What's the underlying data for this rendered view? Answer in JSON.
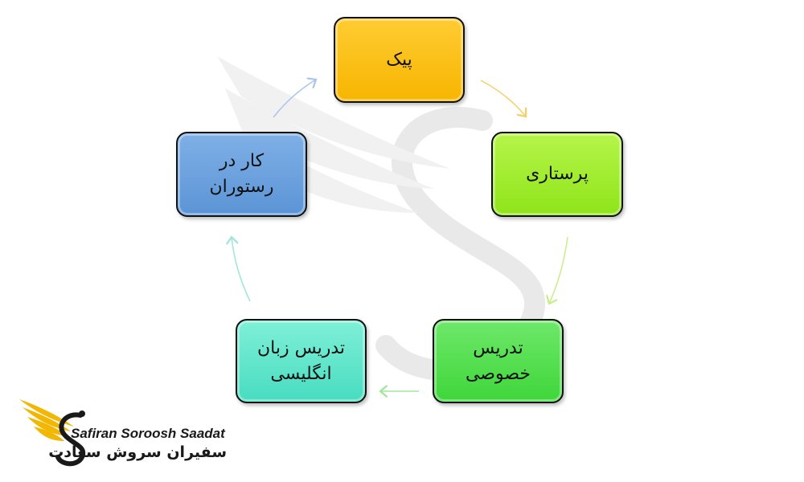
{
  "nodes": {
    "paik": {
      "lines": [
        "پیک"
      ]
    },
    "nurse": {
      "lines": [
        "پرستاری"
      ]
    },
    "tutor": {
      "lines": [
        "تدریس",
        "خصوصی"
      ]
    },
    "english": {
      "lines": [
        "تدریس زبان",
        "انگلیسی"
      ]
    },
    "restaurant": {
      "lines": [
        "کار در",
        "رستوران"
      ]
    }
  },
  "logo": {
    "name_en": "Safiran Soroosh Saadat",
    "name_fa": "سفیران سروش سعادت"
  },
  "colors": {
    "paik": "#f7b500",
    "nurse": "#8fe41a",
    "tutor": "#3fd63a",
    "english": "#48dcc0",
    "restaurant": "#5b94d6",
    "logo_gold": "#f2b705"
  }
}
